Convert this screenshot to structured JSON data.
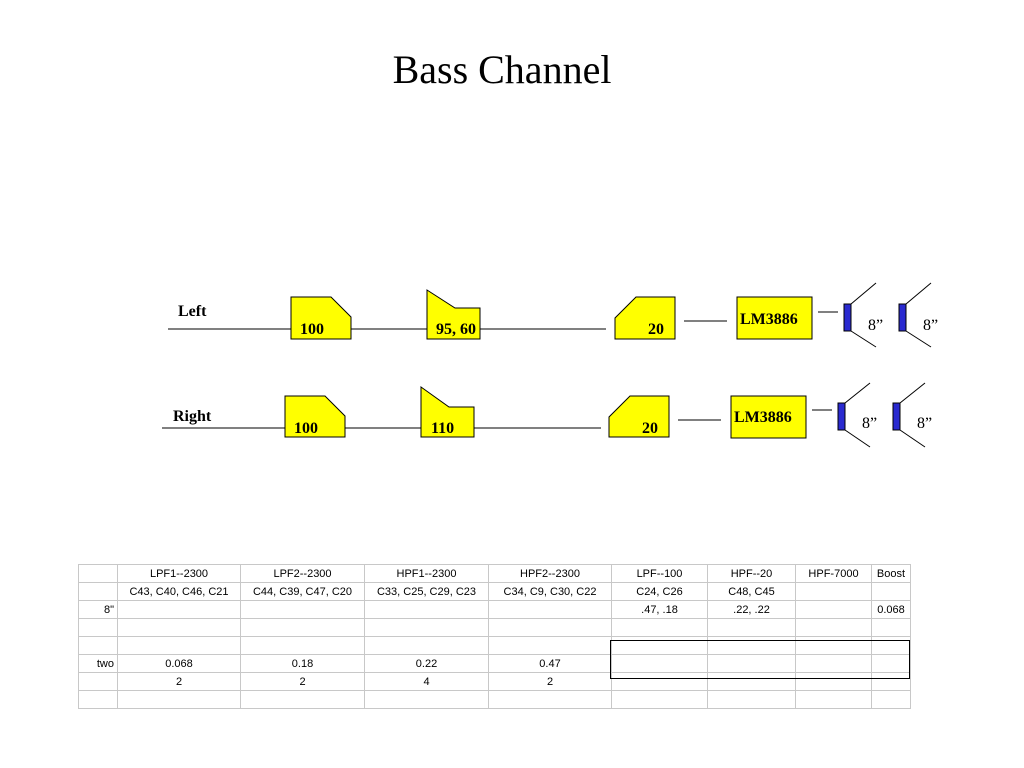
{
  "title": "Bass Channel",
  "colors": {
    "block_fill": "#ffff00",
    "speaker_fill": "#2a2ad0",
    "line": "#000000"
  },
  "channels": {
    "left": {
      "label": "Left",
      "lpf1": "100",
      "lpf2": "95, 60",
      "hpf": "20",
      "amp": "LM3886",
      "speaker1": "8”",
      "speaker2": "8”"
    },
    "right": {
      "label": "Right",
      "lpf1": "100",
      "lpf2": "110",
      "hpf": "20",
      "amp": "LM3886",
      "speaker1": "8”",
      "speaker2": "8”"
    }
  },
  "table": {
    "rows": [
      [
        "",
        "LPF1--2300",
        "LPF2--2300",
        "HPF1--2300",
        "HPF2--2300",
        "LPF--100",
        "HPF--20",
        "HPF-7000",
        "Boost"
      ],
      [
        "",
        "C43, C40, C46, C21",
        "C44, C39, C47, C20",
        "C33, C25, C29, C23",
        "C34, C9, C30, C22",
        "C24, C26",
        "C48, C45",
        "",
        ""
      ],
      [
        "8\"",
        "",
        "",
        "",
        "",
        ".47, .18",
        ".22, .22",
        "",
        "0.068"
      ],
      [
        "",
        "",
        "",
        "",
        "",
        "",
        "",
        "",
        ""
      ],
      [
        "",
        "",
        "",
        "",
        "",
        "",
        "",
        "",
        ""
      ],
      [
        "two",
        "0.068",
        "0.18",
        "0.22",
        "0.47",
        "",
        "",
        "",
        ""
      ],
      [
        "",
        "2",
        "2",
        "4",
        "2",
        "",
        "",
        "",
        ""
      ],
      [
        "",
        "",
        "",
        "",
        "",
        "",
        "",
        "",
        ""
      ]
    ]
  }
}
